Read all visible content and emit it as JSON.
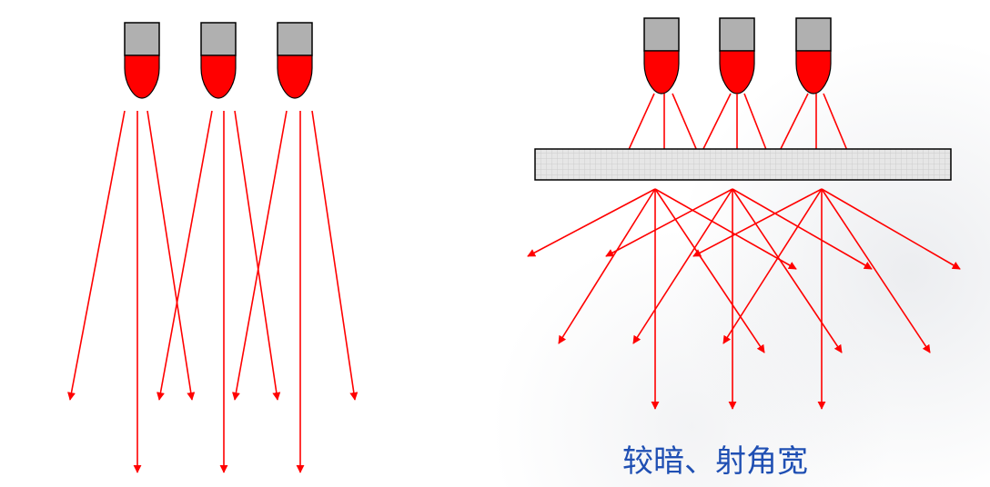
{
  "caption": "较暗、射角宽",
  "colors": {
    "led_cap": "#b0b0b0",
    "led_lens": "#ff0000",
    "ray": "#ff0000",
    "diffuser_fill": "#e4e4e4",
    "caption_text": "#1f4fb3"
  },
  "panels": [
    {
      "name": "without-diffuser",
      "led_count": 3,
      "diffuser": false
    },
    {
      "name": "with-diffuser",
      "led_count": 3,
      "diffuser": true
    }
  ]
}
